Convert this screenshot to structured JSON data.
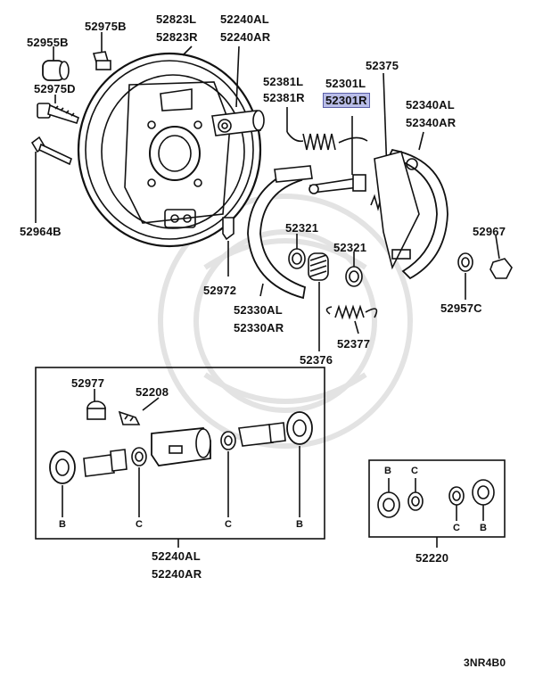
{
  "labels": {
    "p52955B": "52955B",
    "p52975B": "52975B",
    "p52823L": "52823L",
    "p52823R": "52823R",
    "p52240AL_top": "52240AL",
    "p52240AR_top": "52240AR",
    "p52975D": "52975D",
    "p52964B": "52964B",
    "p52381L": "52381L",
    "p52381R": "52381R",
    "p52301L": "52301L",
    "p52301R": "52301R",
    "p52375": "52375",
    "p52340AL": "52340AL",
    "p52340AR": "52340AR",
    "p52321_a": "52321",
    "p52321_b": "52321",
    "p52967": "52967",
    "p52972": "52972",
    "p52330AL": "52330AL",
    "p52330AR": "52330AR",
    "p52957C": "52957C",
    "p52377": "52377",
    "p52376": "52376",
    "p52977": "52977",
    "p52208": "52208",
    "p52240AL_bot": "52240AL",
    "p52240AR_bot": "52240AR",
    "p52220": "52220",
    "b1": "B",
    "c1": "C",
    "c2": "C",
    "b2": "B",
    "b3": "B",
    "c3": "C",
    "c4": "C",
    "b4": "B",
    "code": "3NR4B0"
  },
  "colors": {
    "line": "#111111",
    "highlight": "#b9bde8",
    "watermark": "#e6e6e6"
  }
}
